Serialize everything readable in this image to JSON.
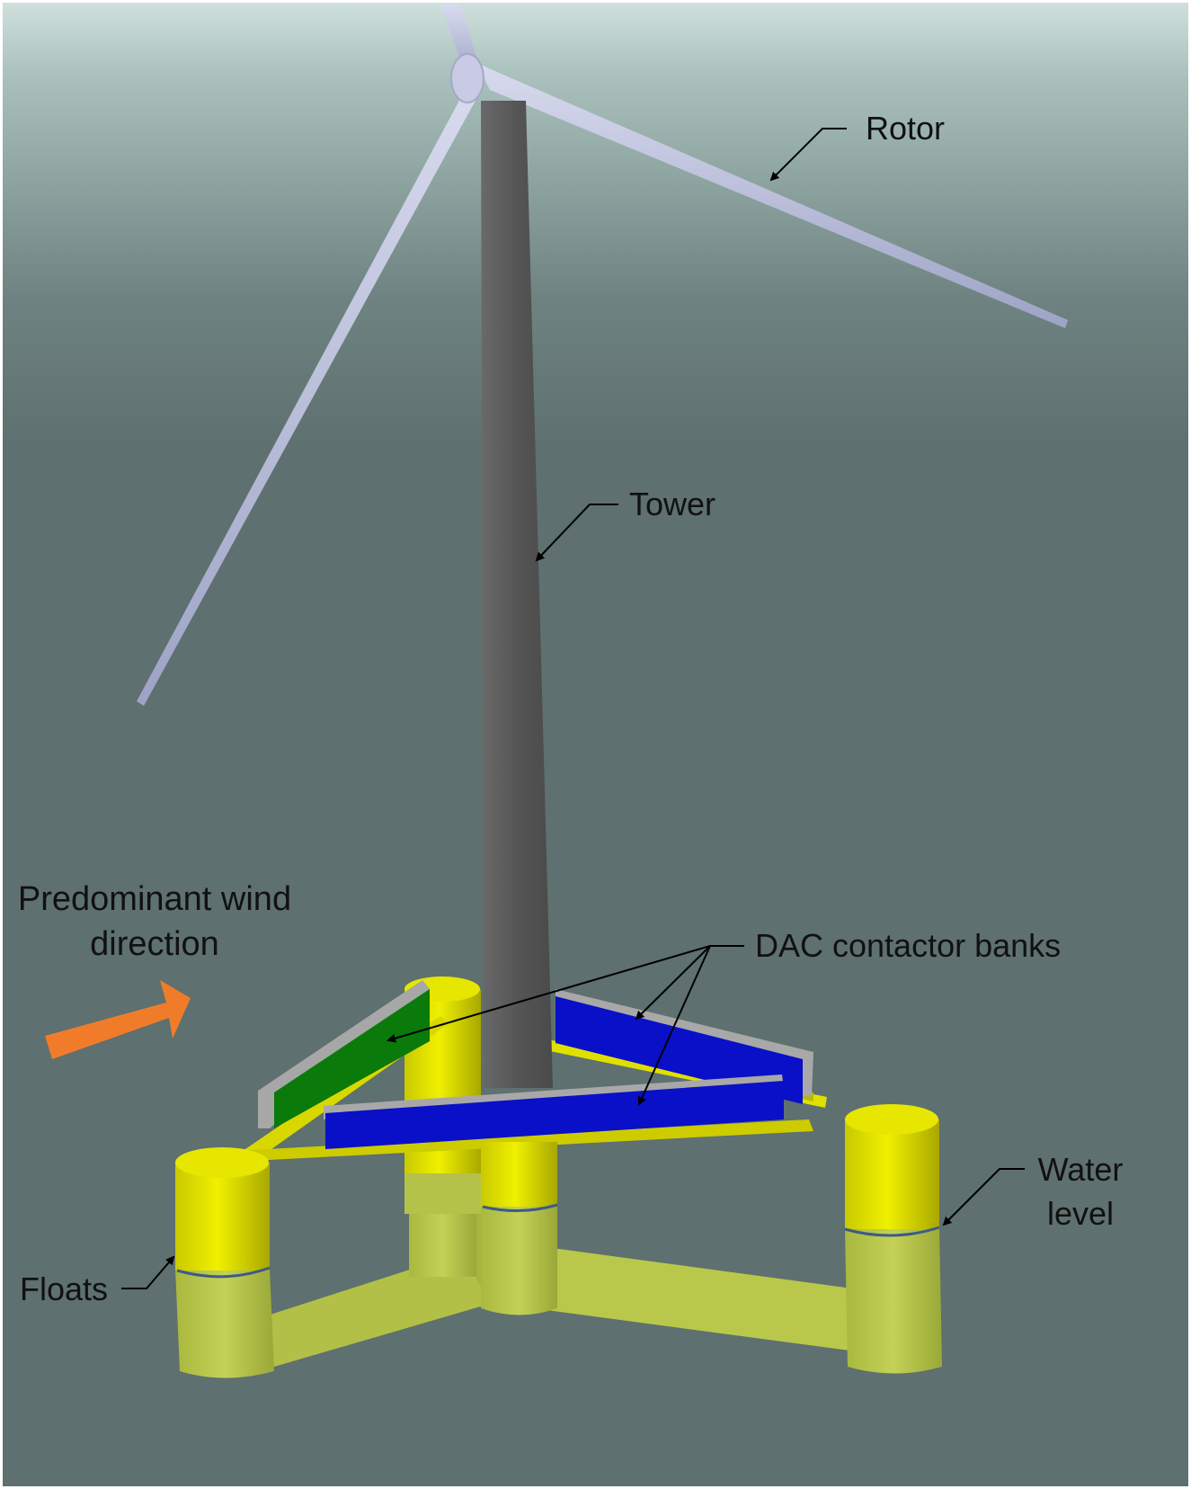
{
  "labels": {
    "rotor": "Rotor",
    "tower": "Tower",
    "dac": "DAC contactor banks",
    "water_line1": "Water",
    "water_line2": "level",
    "floats": "Floats",
    "wind_line1": "Predominant wind",
    "wind_line2": "direction"
  },
  "colors": {
    "background_top": "#c9dbd6",
    "background": "#5e706f",
    "blade": "#b8bcd8",
    "tower": "#5f5f5f",
    "float_top": "#e6e600",
    "float_submerged": "#b9c84a",
    "dac_blue": "#0a10c8",
    "dac_green": "#0a7a0a",
    "frame_gray": "#a0a0a0",
    "water_line": "#3d5a8a",
    "wind_arrow": "#f07c2a",
    "wind_text": "#f07c2a"
  },
  "icons": {
    "wind": "arrow-right-icon"
  }
}
